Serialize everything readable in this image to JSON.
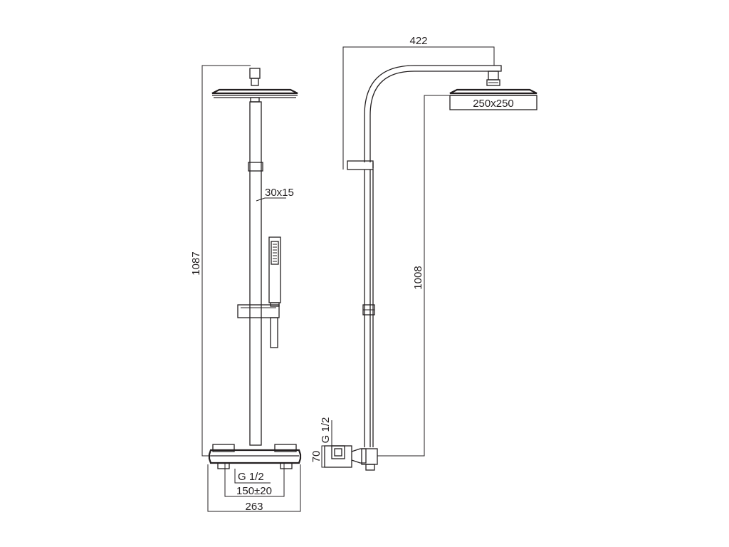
{
  "front_view": {
    "height_label": "1087",
    "bar_section_label": "30x15",
    "inlet_label": "G 1/2",
    "inlet_spacing_label": "150±20",
    "width_label": "263"
  },
  "side_view": {
    "arm_reach_label": "422",
    "head_size_label": "250x250",
    "head_height_label": "1008",
    "inlet_thread_label": "G 1/2",
    "inlet_depth_label": "70"
  }
}
